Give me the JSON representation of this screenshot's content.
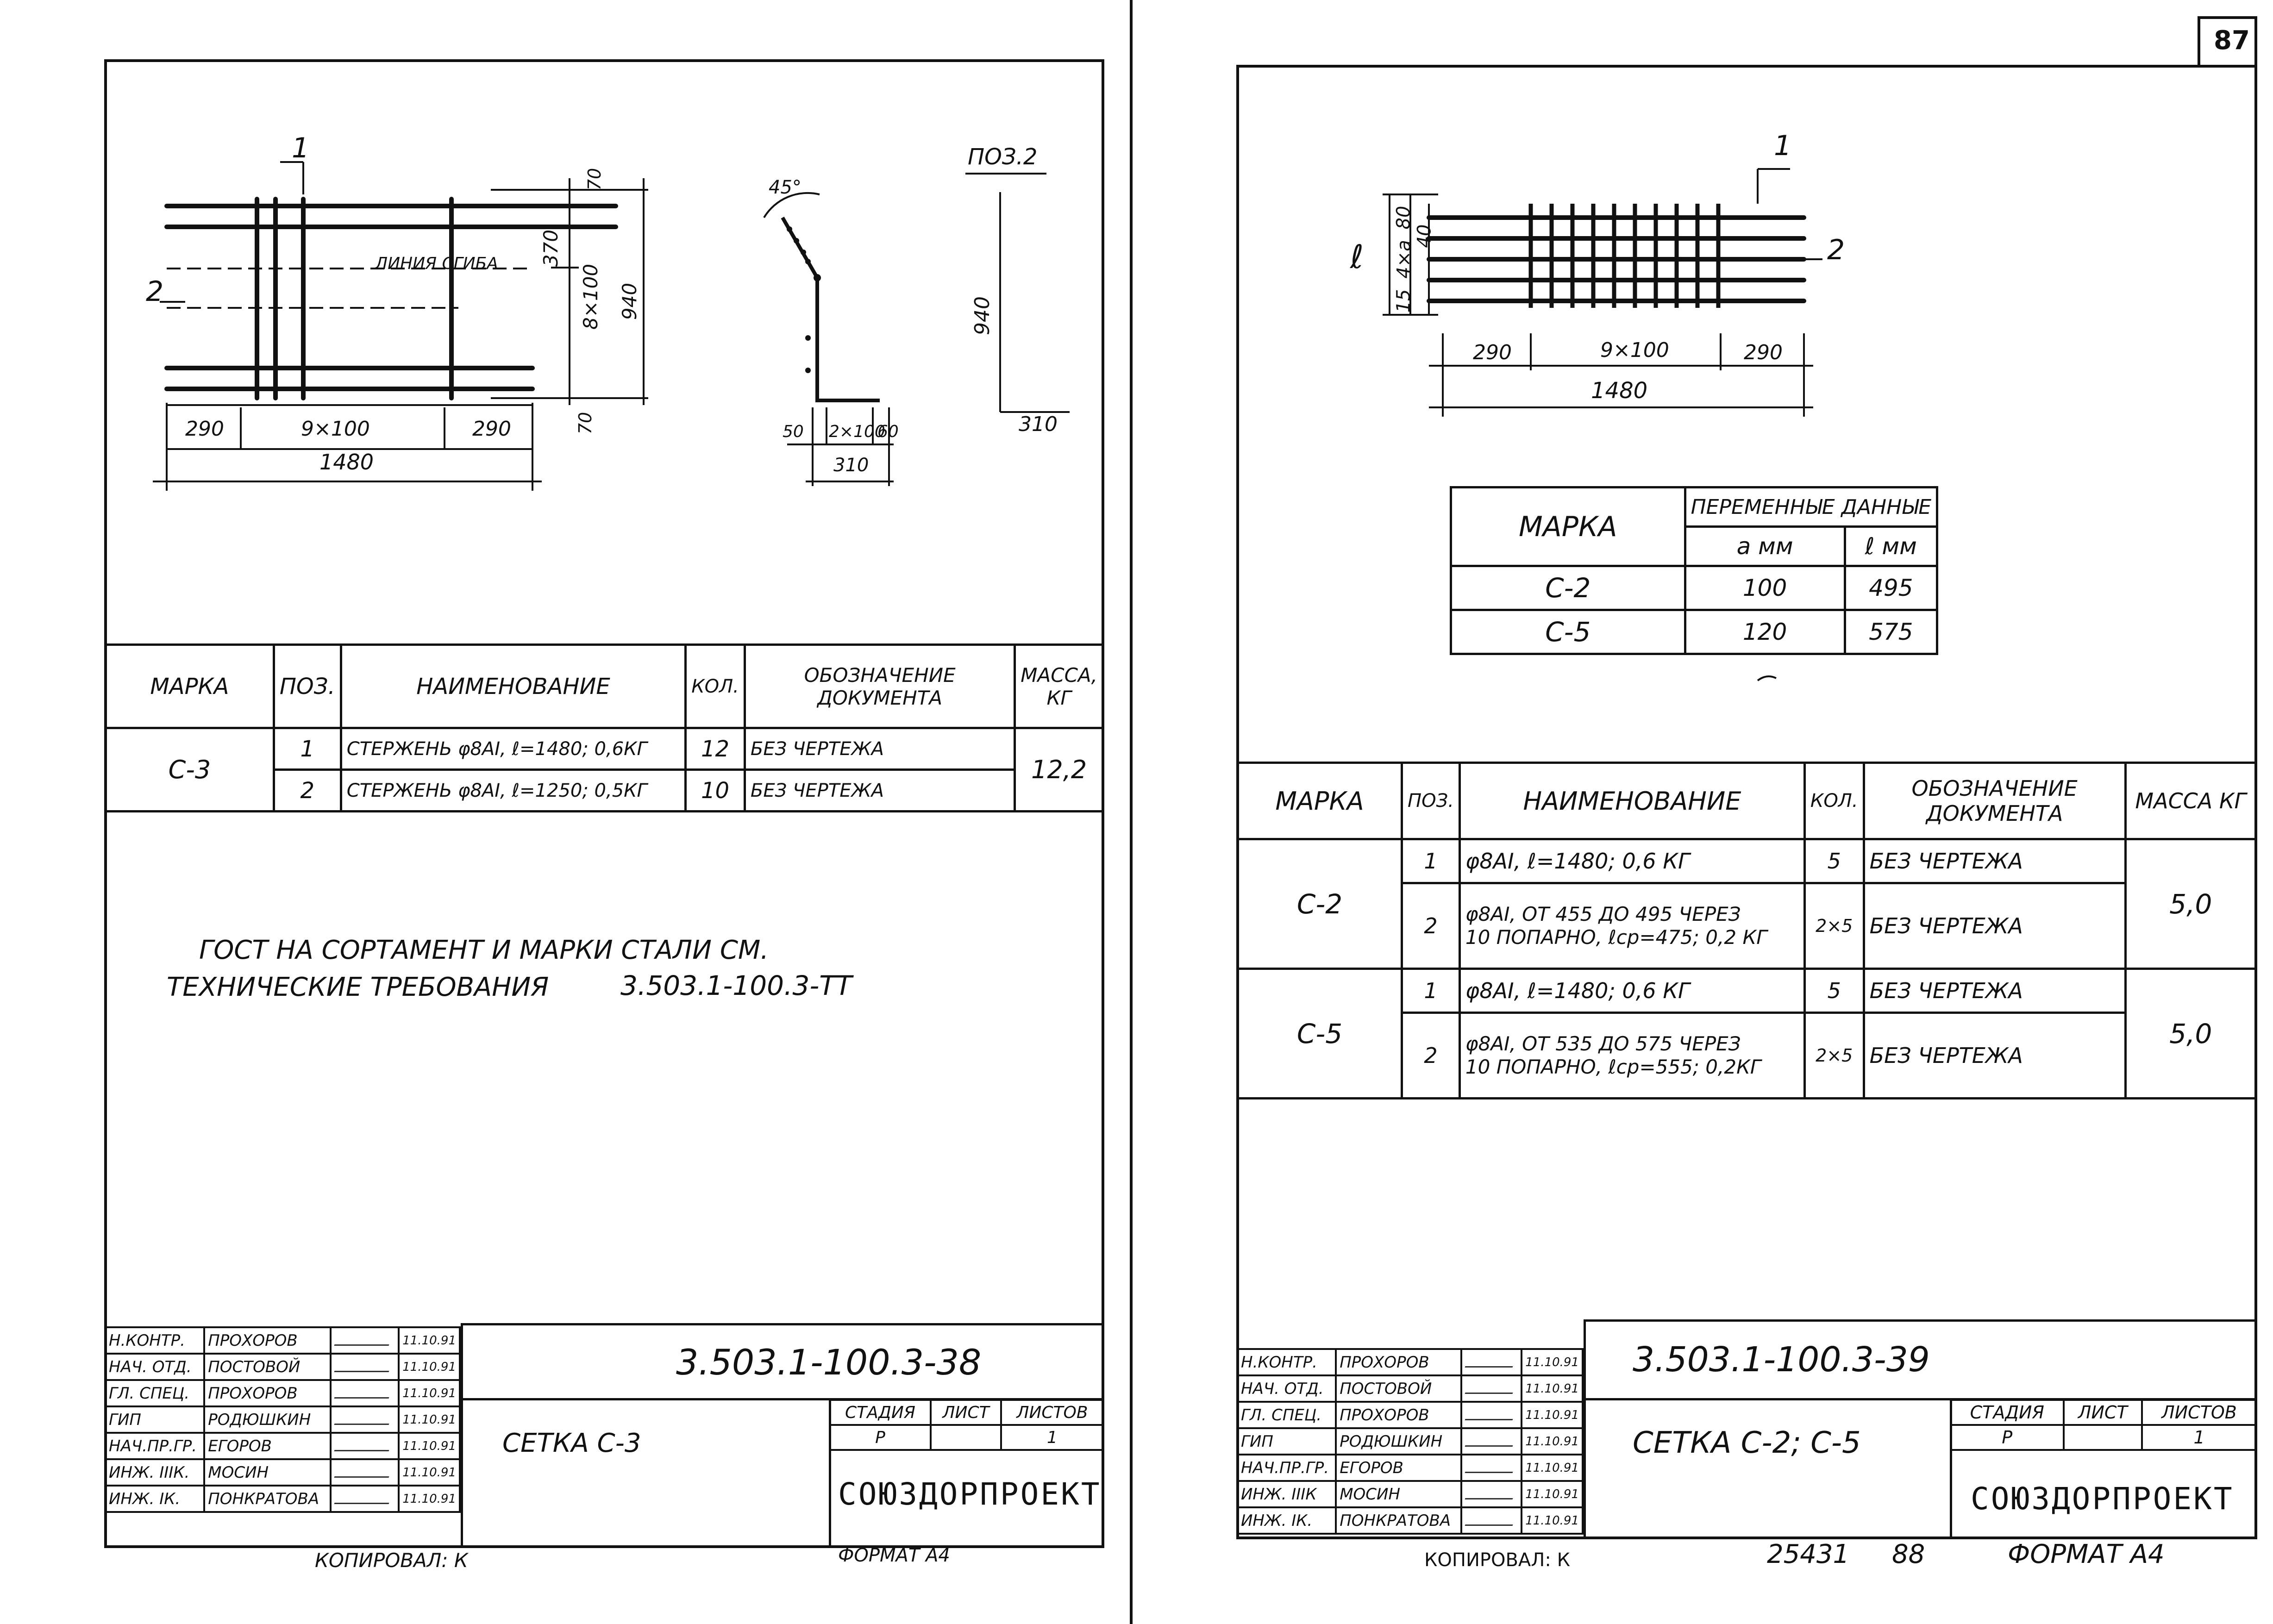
{
  "left": {
    "drawing": {
      "section_label": "1",
      "pos_label": "2",
      "bend_line": "ЛИНИЯ СГИБА",
      "dims": {
        "d70a": "70",
        "d370": "370",
        "d8x100": "8×100",
        "d940": "940",
        "d70b": "70",
        "d290a": "290",
        "d9x100": "9×100",
        "d290b": "290",
        "d1480": "1480"
      },
      "angle": "45°",
      "profile_dims": {
        "d50": "50",
        "d2x100": "2×100",
        "d60": "60",
        "d310": "310"
      },
      "pos2_title": "ПОЗ.2",
      "pos2_dims": {
        "d940": "940",
        "d310": "310"
      }
    },
    "spec": {
      "headers": {
        "mark": "МАРКА",
        "pos": "ПОЗ.",
        "name": "НАИМЕНОВАНИЕ",
        "qty": "КОЛ.",
        "doc": "ОБОЗНАЧЕНИЕ ДОКУМЕНТА",
        "mass": "МАССА, КГ"
      },
      "mark": "С-3",
      "mass": "12,2",
      "rows": [
        {
          "pos": "1",
          "name": "СТЕРЖЕНЬ φ8AI, ℓ=1480; 0,6КГ",
          "qty": "12",
          "doc": "БЕЗ ЧЕРТЕЖА"
        },
        {
          "pos": "2",
          "name": "СТЕРЖЕНЬ φ8AI, ℓ=1250; 0,5КГ",
          "qty": "10",
          "doc": "БЕЗ ЧЕРТЕЖА"
        }
      ]
    },
    "notes": {
      "line1": "ГОСТ НА СОРТАМЕНТ И МАРКИ СТАЛИ СМ.",
      "line2_label": "ТЕХНИЧЕСКИЕ ТРЕБОВАНИЯ",
      "line2_value": "3.503.1-100.3-ТТ"
    },
    "title_block": {
      "people": [
        {
          "role": "Н.КОНТР.",
          "name": "ПРОХОРОВ",
          "date": "11.10.91"
        },
        {
          "role": "НАЧ. ОТД.",
          "name": "ПОСТОВОЙ",
          "date": "11.10.91"
        },
        {
          "role": "ГЛ. СПЕЦ.",
          "name": "ПРОХОРОВ",
          "date": "11.10.91"
        },
        {
          "role": "ГИП",
          "name": "РОДЮШКИН",
          "date": "11.10.91"
        },
        {
          "role": "НАЧ.ПР.ГР.",
          "name": "ЕГОРОВ",
          "date": "11.10.91"
        },
        {
          "role": "ИНЖ. IIIК.",
          "name": "МОСИН",
          "date": "11.10.91"
        },
        {
          "role": "ИНЖ. IК.",
          "name": "ПОНКРАТОВА",
          "date": "11.10.91"
        }
      ],
      "code": "3.503.1-100.3-38",
      "title": "СЕТКА  С-3",
      "stage_label": "СТАДИЯ",
      "sheet_label": "ЛИСТ",
      "sheets_label": "ЛИСТОВ",
      "stage": "Р",
      "sheet": "",
      "sheets": "1",
      "org": "СОЮЗДОРПРОЕКТ"
    },
    "copied": "КОПИРОВАЛ: К",
    "format": "ФОРМАТ А4"
  },
  "right": {
    "page_number": "87",
    "drawing": {
      "section_label": "1",
      "pos_label": "2",
      "ell": "ℓ",
      "dims": {
        "d15": "15",
        "d4xa": "4×a",
        "d80": "80",
        "d40": "40",
        "d290a": "290",
        "d9x100": "9×100",
        "d290b": "290",
        "d1480": "1480"
      }
    },
    "var_table": {
      "mark": "МАРКА",
      "vars": "ПЕРЕМЕННЫЕ ДАННЫЕ",
      "a": "a мм",
      "l": "ℓ мм",
      "rows": [
        {
          "mark": "С-2",
          "a": "100",
          "l": "495"
        },
        {
          "mark": "С-5",
          "a": "120",
          "l": "575"
        }
      ]
    },
    "spec": {
      "headers": {
        "mark": "МАРКА",
        "pos": "ПОЗ.",
        "name": "НАИМЕНОВАНИЕ",
        "qty": "КОЛ.",
        "doc": "ОБОЗНАЧЕНИЕ ДОКУМЕНТА",
        "mass": "МАССА КГ"
      },
      "groups": [
        {
          "mark": "С-2",
          "mass": "5,0",
          "rows": [
            {
              "pos": "1",
              "name1": "φ8AI, ℓ=1480;  0,6 КГ",
              "name2": "",
              "qty": "5",
              "doc": "БЕЗ ЧЕРТЕЖА"
            },
            {
              "pos": "2",
              "name1": "φ8AI, ОТ 455 ДО 495 ЧЕРЕЗ",
              "name2": "10 ПОПАРНО, ℓср=475; 0,2 КГ",
              "qty": "2×5",
              "doc": "БЕЗ ЧЕРТЕЖА"
            }
          ]
        },
        {
          "mark": "С-5",
          "mass": "5,0",
          "rows": [
            {
              "pos": "1",
              "name1": "φ8AI, ℓ=1480;  0,6 КГ",
              "name2": "",
              "qty": "5",
              "doc": "БЕЗ ЧЕРТЕЖА"
            },
            {
              "pos": "2",
              "name1": "φ8AI, ОТ 535 ДО 575 ЧЕРЕЗ",
              "name2": "10 ПОПАРНО, ℓср=555; 0,2КГ",
              "qty": "2×5",
              "doc": "БЕЗ ЧЕРТЕЖА"
            }
          ]
        }
      ]
    },
    "title_block": {
      "people": [
        {
          "role": "Н.КОНТР.",
          "name": "ПРОХОРОВ",
          "date": "11.10.91"
        },
        {
          "role": "НАЧ. ОТД.",
          "name": "ПОСТОВОЙ",
          "date": "11.10.91"
        },
        {
          "role": "ГЛ. СПЕЦ.",
          "name": "ПРОХОРОВ",
          "date": "11.10.91"
        },
        {
          "role": "ГИП",
          "name": "РОДЮШКИН",
          "date": "11.10.91"
        },
        {
          "role": "НАЧ.ПР.ГР.",
          "name": "ЕГОРОВ",
          "date": "11.10.91"
        },
        {
          "role": "ИНЖ. IIIК",
          "name": "МОСИН",
          "date": "11.10.91"
        },
        {
          "role": "ИНЖ. IК.",
          "name": "ПОНКРАТОВА",
          "date": "11.10.91"
        }
      ],
      "code": "3.503.1-100.3-39",
      "title": "СЕТКА  С-2; С-5",
      "stage_label": "СТАДИЯ",
      "sheet_label": "ЛИСТ",
      "sheets_label": "ЛИСТОВ",
      "stage": "Р",
      "sheet": "",
      "sheets": "1",
      "org": "СОЮЗДОРПРОЕКТ"
    },
    "copied": "КОПИРОВАЛ: К",
    "archive_no": "25431",
    "archive_page": "88",
    "format": "ФОРМАТ А4"
  }
}
